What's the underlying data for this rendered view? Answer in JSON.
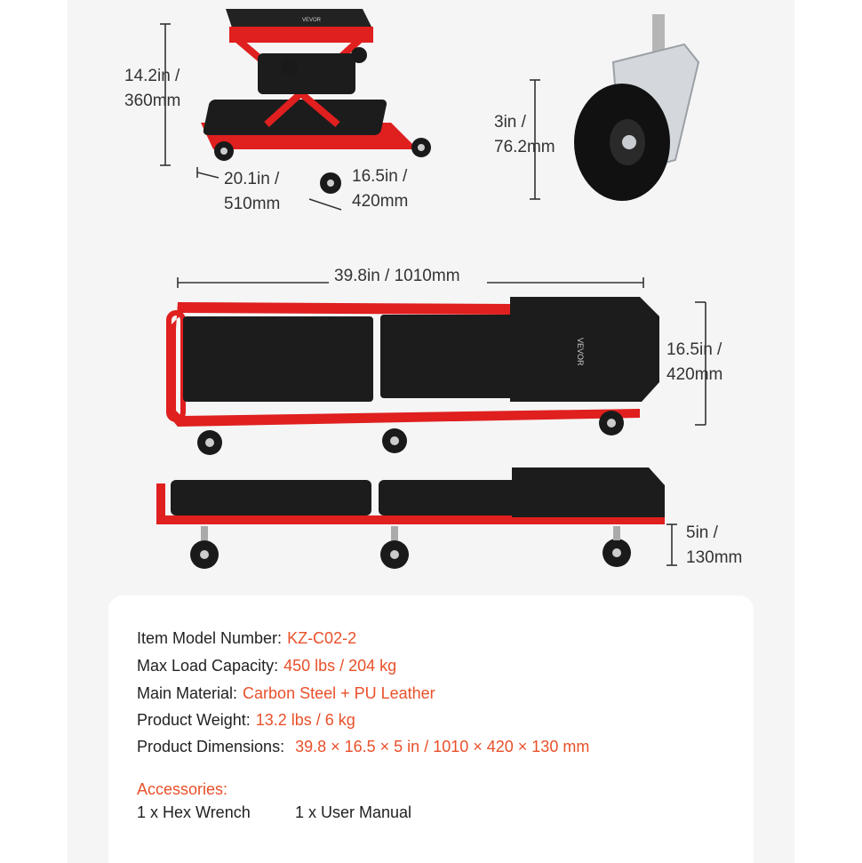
{
  "dimensions": {
    "stool_height": [
      "14.2in /",
      "360mm"
    ],
    "stool_length": [
      "20.1in /",
      "510mm"
    ],
    "stool_width": [
      "16.5in /",
      "420mm"
    ],
    "caster_height": [
      "3in /",
      "76.2mm"
    ],
    "creeper_length": "39.8in / 1010mm",
    "creeper_width": [
      "16.5in /",
      "420mm"
    ],
    "creeper_height": [
      "5in /",
      "130mm"
    ]
  },
  "brand": "VEVOR",
  "specs": [
    {
      "label": "Item Model Number:",
      "value": "KZ-C02-2"
    },
    {
      "label": "Max Load Capacity:",
      "value": "450 lbs / 204 kg"
    },
    {
      "label": "Main Material:",
      "value": "Carbon Steel + PU Leather"
    },
    {
      "label": "Product Weight:",
      "value": "13.2 lbs / 6 kg"
    },
    {
      "label": "Product Dimensions:",
      "value": "39.8 × 16.5 × 5 in / 1010 × 420 × 130 mm"
    }
  ],
  "accessories": {
    "title": "Accessories:",
    "items": [
      "1 x Hex Wrench",
      "1 x User Manual"
    ]
  },
  "colors": {
    "frame": "#e01f1f",
    "cushion": "#1c1c1c",
    "accent": "#e8502a",
    "panel": "#f5f5f5"
  }
}
